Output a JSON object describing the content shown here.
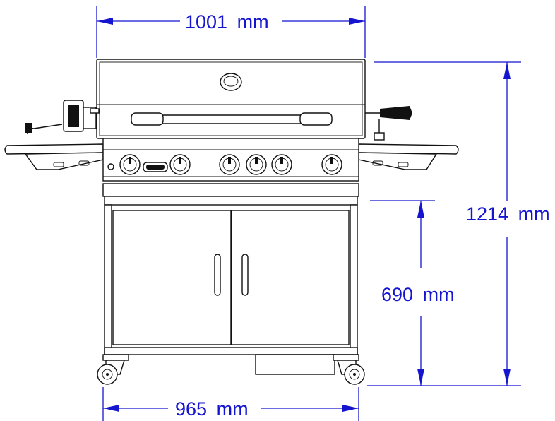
{
  "dimensions": {
    "overall_width": "1001",
    "overall_height": "1214",
    "work_height": "690",
    "base_width": "965",
    "unit": "mm"
  },
  "colors": {
    "dimension_lines": "#1515d0",
    "drawing_lines": "#111111",
    "background": "#ffffff"
  },
  "icons": [
    "grill-drawing",
    "rotisserie-motor-icon",
    "burner-knob-icon",
    "caster-wheel-icon",
    "door-handle-icon"
  ]
}
